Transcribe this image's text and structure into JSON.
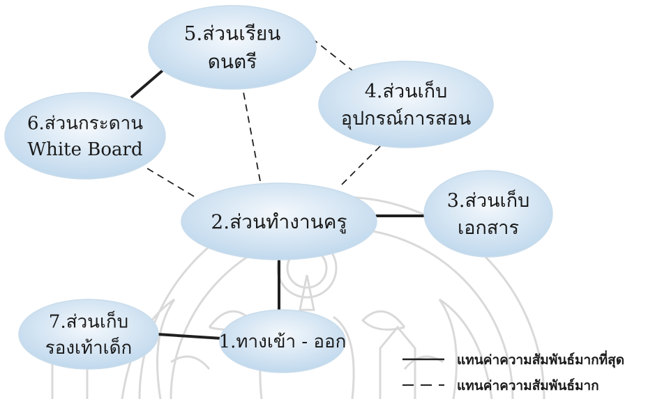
{
  "diagram": {
    "nodes": [
      {
        "id": "n1",
        "label_lines": [
          "1.ทางเข้า - ออก"
        ]
      },
      {
        "id": "n2",
        "label_lines": [
          "2.ส่วนทำงานครู"
        ]
      },
      {
        "id": "n3",
        "label_lines": [
          "3.ส่วนเก็บ",
          "เอกสาร"
        ]
      },
      {
        "id": "n4",
        "label_lines": [
          "4.ส่วนเก็บ",
          "อุปกรณ์การสอน"
        ]
      },
      {
        "id": "n5",
        "label_lines": [
          "5.ส่วนเรียน",
          "ดนตรี"
        ]
      },
      {
        "id": "n6",
        "label_lines": [
          "6.ส่วนกระดาน",
          "White Board"
        ]
      },
      {
        "id": "n7",
        "label_lines": [
          "7.ส่วนเก็บ",
          "รองเท้าเด็ก"
        ]
      }
    ],
    "edges": [
      {
        "from": "n1",
        "to": "n2",
        "kind": "strongest"
      },
      {
        "from": "n1",
        "to": "n7",
        "kind": "strongest"
      },
      {
        "from": "n2",
        "to": "n3",
        "kind": "strongest"
      },
      {
        "from": "n5",
        "to": "n6",
        "kind": "strongest"
      },
      {
        "from": "n2",
        "to": "n5",
        "kind": "strong"
      },
      {
        "from": "n2",
        "to": "n4",
        "kind": "strong"
      },
      {
        "from": "n2",
        "to": "n6",
        "kind": "strong"
      },
      {
        "from": "n5",
        "to": "n4",
        "kind": "strong"
      }
    ],
    "legend": [
      {
        "kind": "strongest",
        "label": "แทนค่าความสัมพันธ์มากที่สุด"
      },
      {
        "kind": "strong",
        "label": "แทนค่าความสัมพันธ์มาก"
      }
    ],
    "colors": {
      "node_fill_light": "#f4f8fc",
      "node_fill_dark": "#bcd6ec",
      "node_stroke": "#c9dceb",
      "edge": "#1f1f1f",
      "watermark": "#d9d9d9"
    }
  }
}
